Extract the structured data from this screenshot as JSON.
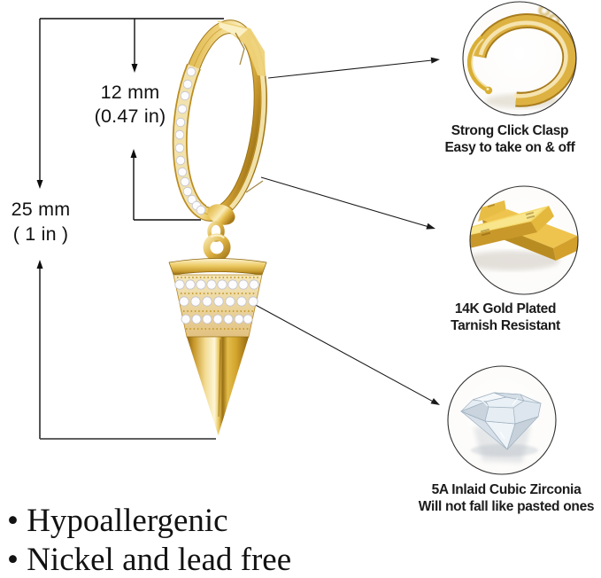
{
  "product": {
    "subject": "gold spike pendant huggie hoop earring"
  },
  "dimensions": {
    "hoop": {
      "value": "12 mm",
      "inches": "(0.47 in)"
    },
    "total": {
      "value": "25 mm",
      "inches": "( 1 in )"
    }
  },
  "callouts": [
    {
      "name": "clasp",
      "line1": "Strong Click Clasp",
      "line2": "Easy to take on & off"
    },
    {
      "name": "gold-plated",
      "line1": "14K Gold Plated",
      "line2": "Tarnish Resistant"
    },
    {
      "name": "cubic-zirconia",
      "line1": "5A Inlaid Cubic Zirconia",
      "line2": "Will not fall like pasted ones"
    }
  ],
  "features": [
    "• Hypoallergenic",
    "• Nickel and lead free"
  ],
  "colors": {
    "background": "#ffffff",
    "gold": "#e7c050",
    "gold_light": "#fdf3cd",
    "gold_dark": "#9e7418",
    "stone_white": "#fcfcfe",
    "line": "#000000",
    "text": "#141414"
  }
}
